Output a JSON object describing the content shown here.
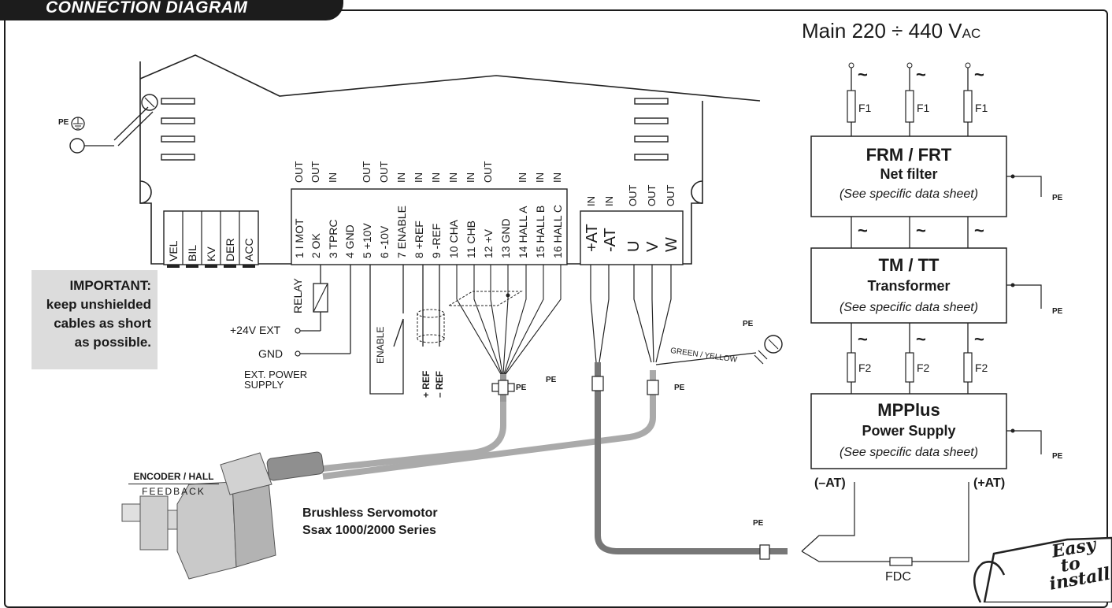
{
  "header": {
    "title": "CONNECTION DIAGRAM"
  },
  "mains": {
    "label": "Main  220 ÷ 440 V",
    "unit": "AC"
  },
  "phase_symbol": "~",
  "fuses": {
    "f1": "F1",
    "f2": "F2",
    "fdc": "FDC"
  },
  "filter_box": {
    "title": "FRM / FRT",
    "subtitle": "Net filter",
    "note": "(See specific data sheet)"
  },
  "transformer_box": {
    "title": "TM / TT",
    "subtitle": "Transformer",
    "note": "(See specific data sheet)"
  },
  "psu_box": {
    "title": "MPPlus",
    "subtitle": "Power Supply",
    "note": "(See specific data sheet)"
  },
  "psu_terminals": {
    "neg": "(–AT)",
    "pos": "(+AT)"
  },
  "pe_label": "PE",
  "trimmers": [
    "VEL",
    "BIL",
    "KV",
    "DER",
    "ACC"
  ],
  "signal_terminals": [
    {
      "label": "1 I MOT",
      "dir": "OUT"
    },
    {
      "label": "2 OK",
      "dir": "OUT"
    },
    {
      "label": "3 TPRC",
      "dir": "IN"
    },
    {
      "label": "4 GND",
      "dir": ""
    },
    {
      "label": "5 +10V",
      "dir": "OUT"
    },
    {
      "label": "6 -10V",
      "dir": "OUT"
    },
    {
      "label": "7 ENABLE",
      "dir": "IN"
    },
    {
      "label": "8 +REF",
      "dir": "IN"
    },
    {
      "label": "9 -REF",
      "dir": "IN"
    },
    {
      "label": "10 CHA",
      "dir": "IN"
    },
    {
      "label": "11 CHB",
      "dir": "IN"
    },
    {
      "label": "12 +V",
      "dir": "OUT"
    },
    {
      "label": "13 GND",
      "dir": ""
    },
    {
      "label": "14 HALL A",
      "dir": "IN"
    },
    {
      "label": "15 HALL B",
      "dir": "IN"
    },
    {
      "label": "16 HALL C",
      "dir": "IN"
    }
  ],
  "power_terminals": [
    {
      "label": "+AT",
      "dir": "IN"
    },
    {
      "label": "-AT",
      "dir": "IN"
    },
    {
      "label": "U",
      "dir": "OUT"
    },
    {
      "label": "V",
      "dir": "OUT"
    },
    {
      "label": "W",
      "dir": "OUT"
    }
  ],
  "relay_label": "RELAY",
  "ext_24v_label": "+24V EXT",
  "gnd_label": "GND",
  "ext_power_label": [
    "EXT. POWER",
    "SUPPLY"
  ],
  "enable_label": "ENABLE",
  "ref_labels": {
    "pos": "+ REF",
    "neg": "– REF"
  },
  "green_yellow_label": "GREEN / YELLOW",
  "important": {
    "line1": "IMPORTANT:",
    "line2": "keep unshielded",
    "line3": "cables as short",
    "line4": "as possible."
  },
  "encoder": {
    "line1": "ENCODER / HALL",
    "line2": "FEEDBACK"
  },
  "motor": {
    "line1": "Brushless Servomotor",
    "line2": "Ssax 1000/2000 Series"
  },
  "badge": {
    "line1": "Easy",
    "line2": "to",
    "line3": "install"
  }
}
